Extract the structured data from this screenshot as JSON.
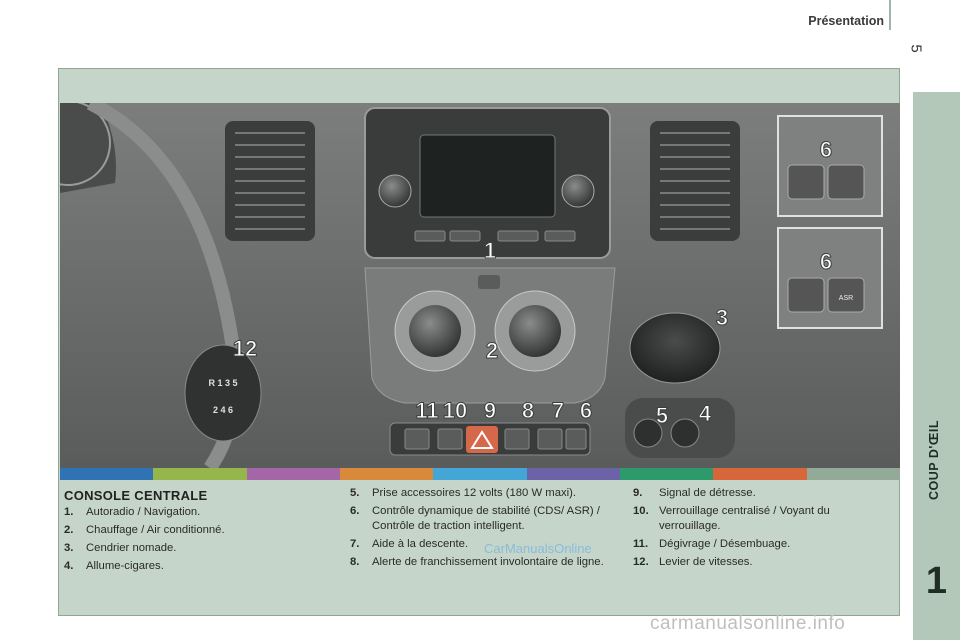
{
  "header": {
    "title": "Présentation",
    "page_number": "5"
  },
  "side_tab": {
    "label": "COUP D'ŒIL",
    "chapter": "1"
  },
  "colors": {
    "tab_green": "#b4c8b9",
    "frame_green": "#c5d5c9",
    "bar": [
      "#2f73b4",
      "#95b64a",
      "#a466a6",
      "#d9893b",
      "#44a6d6",
      "#6b62a8",
      "#2c9a6a",
      "#d7663b",
      "#93aa99"
    ]
  },
  "figure": {
    "callouts": [
      "1",
      "2",
      "3",
      "4",
      "5",
      "6",
      "6",
      "6",
      "7",
      "8",
      "9",
      "10",
      "11",
      "12"
    ],
    "button_labels": {
      "asr": "ASR"
    },
    "gear_pattern": {
      "top": "R 1 3 5",
      "bottom": "2 4 6"
    }
  },
  "section": {
    "title": "CONSOLE CENTRALE"
  },
  "items_col1": [
    {
      "num": "1.",
      "text": "Autoradio / Navigation."
    },
    {
      "num": "2.",
      "text": "Chauffage / Air conditionné."
    },
    {
      "num": "3.",
      "text": "Cendrier nomade."
    },
    {
      "num": "4.",
      "text": "Allume-cigares."
    }
  ],
  "items_col2": [
    {
      "num": "5.",
      "text": "Prise accessoires 12 volts (180 W maxi)."
    },
    {
      "num": "6.",
      "text": "Contrôle dynamique de stabilité (CDS/ ASR) / Contrôle de traction intelligent."
    },
    {
      "num": "7.",
      "text": "Aide à la descente."
    },
    {
      "num": "8.",
      "text": "Alerte de franchissement involontaire de ligne."
    }
  ],
  "items_col3": [
    {
      "num": "9.",
      "text": "Signal de détresse."
    },
    {
      "num": "10.",
      "text": "Verrouillage centralisé / Voyant du verrouillage."
    },
    {
      "num": "11.",
      "text": "Dégivrage / Désembuage."
    },
    {
      "num": "12.",
      "text": "Levier de vitesses."
    }
  ],
  "watermarks": {
    "inline": "CarManualsOnline",
    "footer": "carmanualsonline.info"
  }
}
